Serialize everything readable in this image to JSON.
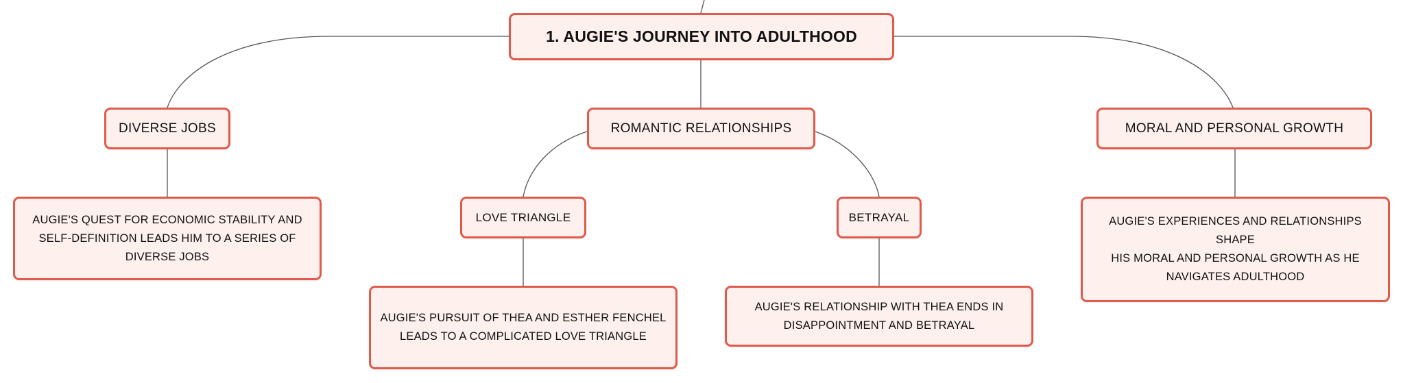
{
  "root": {
    "label": "1. AUGIE'S JOURNEY INTO ADULTHOOD"
  },
  "topics": {
    "diverse_jobs": "DIVERSE JOBS",
    "romantic_relationships": "ROMANTIC RELATIONSHIPS",
    "moral_growth": "MORAL AND PERSONAL GROWTH"
  },
  "subtopics": {
    "love_triangle": "LOVE TRIANGLE",
    "betrayal": "BETRAYAL"
  },
  "details": {
    "jobs": [
      "AUGIE'S QUEST FOR ECONOMIC STABILITY AND",
      "SELF-DEFINITION LEADS HIM TO A SERIES OF",
      "DIVERSE JOBS"
    ],
    "love_triangle": [
      "AUGIE'S PURSUIT OF THEA AND ESTHER FENCHEL",
      "LEADS TO A COMPLICATED LOVE TRIANGLE"
    ],
    "betrayal": [
      "AUGIE'S RELATIONSHIP WITH THEA ENDS IN",
      "DISAPPOINTMENT AND BETRAYAL"
    ],
    "moral": [
      "AUGIE'S EXPERIENCES AND RELATIONSHIPS SHAPE",
      "HIS MORAL AND PERSONAL GROWTH AS HE",
      "NAVIGATES ADULTHOOD"
    ]
  },
  "colors": {
    "node_border": "#e05a4a",
    "node_fill": "#fdf0ed",
    "connector": "#555555",
    "text": "#111111"
  }
}
